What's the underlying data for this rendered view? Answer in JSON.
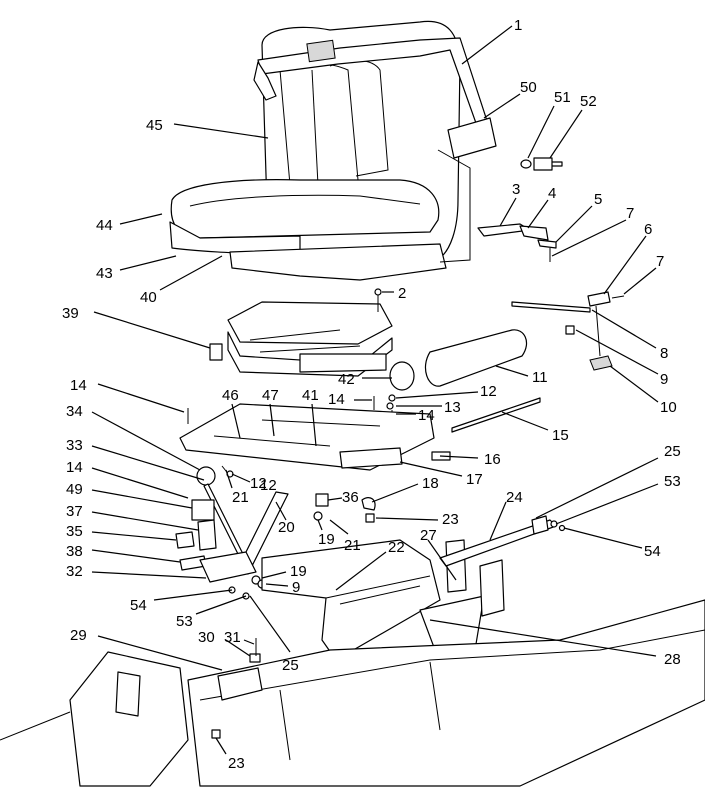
{
  "callouts": [
    {
      "id": "c1",
      "label": "1"
    },
    {
      "id": "c2",
      "label": "2"
    },
    {
      "id": "c3",
      "label": "3"
    },
    {
      "id": "c4",
      "label": "4"
    },
    {
      "id": "c5",
      "label": "5"
    },
    {
      "id": "c6",
      "label": "6"
    },
    {
      "id": "c7a",
      "label": "7"
    },
    {
      "id": "c7b",
      "label": "7"
    },
    {
      "id": "c8",
      "label": "8"
    },
    {
      "id": "c9a",
      "label": "9"
    },
    {
      "id": "c9b",
      "label": "9"
    },
    {
      "id": "c10",
      "label": "10"
    },
    {
      "id": "c11",
      "label": "11"
    },
    {
      "id": "c12a",
      "label": "12"
    },
    {
      "id": "c12b",
      "label": "12"
    },
    {
      "id": "c12c",
      "label": "12"
    },
    {
      "id": "c13",
      "label": "13"
    },
    {
      "id": "c14a",
      "label": "14"
    },
    {
      "id": "c14b",
      "label": "14"
    },
    {
      "id": "c14c",
      "label": "14"
    },
    {
      "id": "c14d",
      "label": "14"
    },
    {
      "id": "c15",
      "label": "15"
    },
    {
      "id": "c16",
      "label": "16"
    },
    {
      "id": "c17",
      "label": "17"
    },
    {
      "id": "c18",
      "label": "18"
    },
    {
      "id": "c19a",
      "label": "19"
    },
    {
      "id": "c19b",
      "label": "19"
    },
    {
      "id": "c20",
      "label": "20"
    },
    {
      "id": "c21a",
      "label": "21"
    },
    {
      "id": "c21b",
      "label": "21"
    },
    {
      "id": "c22",
      "label": "22"
    },
    {
      "id": "c23a",
      "label": "23"
    },
    {
      "id": "c23b",
      "label": "23"
    },
    {
      "id": "c24",
      "label": "24"
    },
    {
      "id": "c25a",
      "label": "25"
    },
    {
      "id": "c25b",
      "label": "25"
    },
    {
      "id": "c27",
      "label": "27"
    },
    {
      "id": "c28",
      "label": "28"
    },
    {
      "id": "c29",
      "label": "29"
    },
    {
      "id": "c30",
      "label": "30"
    },
    {
      "id": "c31",
      "label": "31"
    },
    {
      "id": "c32",
      "label": "32"
    },
    {
      "id": "c33",
      "label": "33"
    },
    {
      "id": "c34",
      "label": "34"
    },
    {
      "id": "c35",
      "label": "35"
    },
    {
      "id": "c36",
      "label": "36"
    },
    {
      "id": "c37",
      "label": "37"
    },
    {
      "id": "c38",
      "label": "38"
    },
    {
      "id": "c39",
      "label": "39"
    },
    {
      "id": "c40",
      "label": "40"
    },
    {
      "id": "c41",
      "label": "41"
    },
    {
      "id": "c42",
      "label": "42"
    },
    {
      "id": "c43",
      "label": "43"
    },
    {
      "id": "c44",
      "label": "44"
    },
    {
      "id": "c45",
      "label": "45"
    },
    {
      "id": "c46",
      "label": "46"
    },
    {
      "id": "c47",
      "label": "47"
    },
    {
      "id": "c49",
      "label": "49"
    },
    {
      "id": "c50",
      "label": "50"
    },
    {
      "id": "c51",
      "label": "51"
    },
    {
      "id": "c52",
      "label": "52"
    },
    {
      "id": "c53a",
      "label": "53"
    },
    {
      "id": "c53b",
      "label": "53"
    },
    {
      "id": "c54a",
      "label": "54"
    },
    {
      "id": "c54b",
      "label": "54"
    }
  ]
}
